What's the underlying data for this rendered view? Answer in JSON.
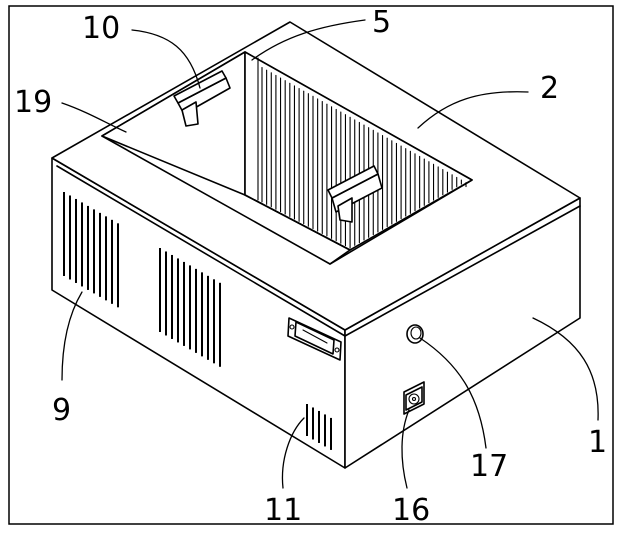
{
  "figure": {
    "labels": {
      "l10": "10",
      "l5": "5",
      "l19": "19",
      "l2": "2",
      "l9": "9",
      "l1": "1",
      "l17": "17",
      "l11": "11",
      "l16": "16"
    }
  }
}
